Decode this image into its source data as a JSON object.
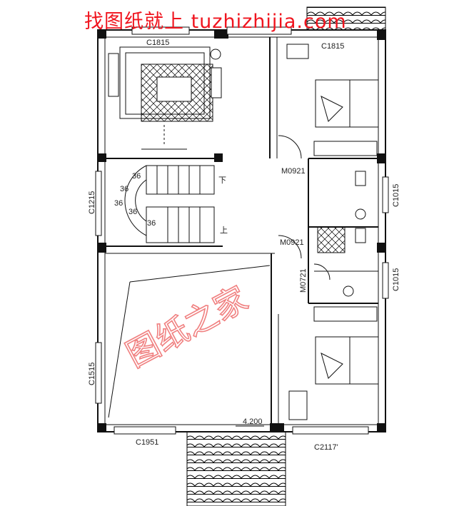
{
  "watermark_top": "找图纸就上 tuzhizhijia.com",
  "watermark_center": "图纸之家",
  "labels": {
    "window_top_left": "C1815",
    "window_top_right": "C1815",
    "door_bedroom1": "M0921",
    "window_stair": "C1215",
    "window_bath1": "C1015",
    "door_bath": "M0921",
    "door_bath2": "M0721",
    "window_bath2": "C1015",
    "window_left_lower": "C1515",
    "elevation": "4.200",
    "window_bottom_left": "C1951",
    "window_bottom_right": "C2117'",
    "stair_down": "下",
    "stair_up": "上",
    "stair_steps": [
      "36",
      "36",
      "36",
      "36",
      "36"
    ]
  },
  "colors": {
    "wall": "#111111",
    "watermark": "#f0141e",
    "watermark_outline": "#f08080"
  }
}
